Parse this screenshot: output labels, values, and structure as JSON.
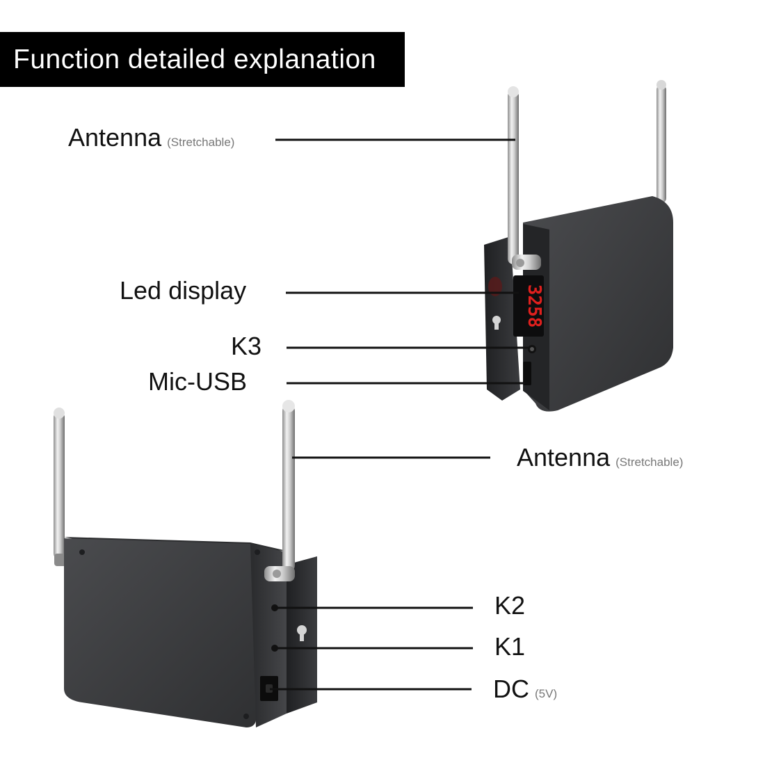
{
  "title": "Function detailed explanation",
  "labels": {
    "antenna_top": {
      "main": "Antenna",
      "sub": "(Stretchable)"
    },
    "led_display": {
      "main": "Led display"
    },
    "k3": {
      "main": "K3"
    },
    "mic_usb": {
      "main": "Mic-USB"
    },
    "antenna_bottom": {
      "main": "Antenna",
      "sub": "(Stretchable)"
    },
    "k2": {
      "main": "K2"
    },
    "k1": {
      "main": "K1"
    },
    "dc": {
      "main": "DC",
      "sub": "(5V)"
    }
  },
  "led_readout": "3258",
  "colors": {
    "title_bg": "#000000",
    "title_text": "#ffffff",
    "device_body": "#3a3b3d",
    "led": "#e0201e"
  }
}
